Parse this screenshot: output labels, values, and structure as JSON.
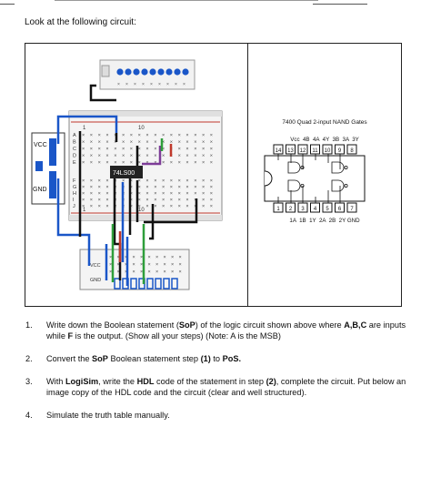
{
  "intro": "Look at the following circuit:",
  "breadboard": {
    "vcc_label": "VCC",
    "gnd_label": "GND",
    "upper_rows": [
      "A",
      "B",
      "C",
      "D",
      "E"
    ],
    "lower_rows": [
      "F",
      "G",
      "H",
      "I",
      "J"
    ],
    "col_1": "1",
    "col_10": "10",
    "chip_label": "74LS00",
    "small_vcc": "VCC",
    "small_gnd": "GND"
  },
  "chip_diagram": {
    "title": "7400 Quad 2-input NAND Gates",
    "top_labels": "Vcc  4B  4A  4Y  3B  3A  3Y",
    "top_pins": [
      "14",
      "13",
      "12",
      "11",
      "10",
      "9",
      "8"
    ],
    "bottom_pins": [
      "1",
      "2",
      "3",
      "4",
      "5",
      "6",
      "7"
    ],
    "bottom_labels": "1A  1B  1Y  2A  2B  2Y GND"
  },
  "questions": [
    {
      "num": "1.",
      "parts": [
        [
          "Write down the Boolean statement (",
          0
        ],
        [
          "SoP",
          1
        ],
        [
          ") of the logic circuit shown above where ",
          0
        ],
        [
          "A,B,C",
          1
        ],
        [
          " are inputs while ",
          0
        ],
        [
          "F",
          1
        ],
        [
          " is the output. (Show all your steps) (Note: A is the MSB)",
          0
        ]
      ]
    },
    {
      "num": "2.",
      "parts": [
        [
          "Convert the ",
          0
        ],
        [
          "SoP",
          1
        ],
        [
          " Boolean statement step ",
          0
        ],
        [
          "(1)",
          1
        ],
        [
          " to ",
          0
        ],
        [
          "PoS.",
          1
        ]
      ]
    },
    {
      "num": "3.",
      "parts": [
        [
          "With ",
          0
        ],
        [
          "LogiSim",
          1
        ],
        [
          ", write the ",
          0
        ],
        [
          "HDL",
          1
        ],
        [
          " code of the statement in step ",
          0
        ],
        [
          "(2)",
          1
        ],
        [
          ", complete the circuit. Put below an image copy of the HDL code and the circuit (clear and well structured).",
          0
        ]
      ]
    },
    {
      "num": "4.",
      "parts": [
        [
          "Simulate the truth table manually.",
          0
        ]
      ]
    }
  ]
}
